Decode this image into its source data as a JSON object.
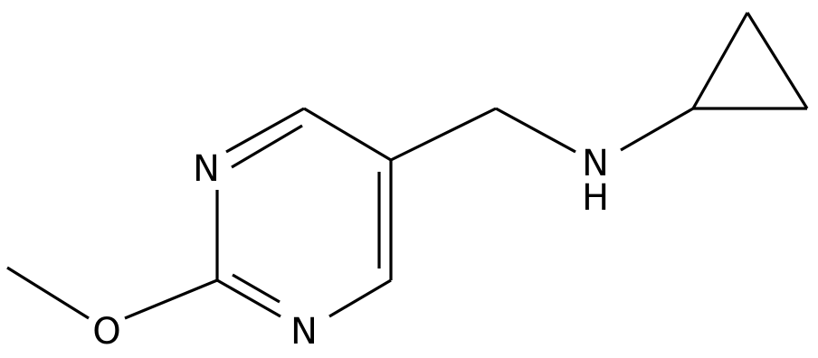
{
  "structure": {
    "atoms": {
      "n_top": "N",
      "n_bottom": "N",
      "oxygen": "O",
      "amine_n": "N",
      "amine_h": "H"
    },
    "colors": {
      "bond": "#000000",
      "label": "#000000",
      "background": "#ffffff"
    }
  }
}
